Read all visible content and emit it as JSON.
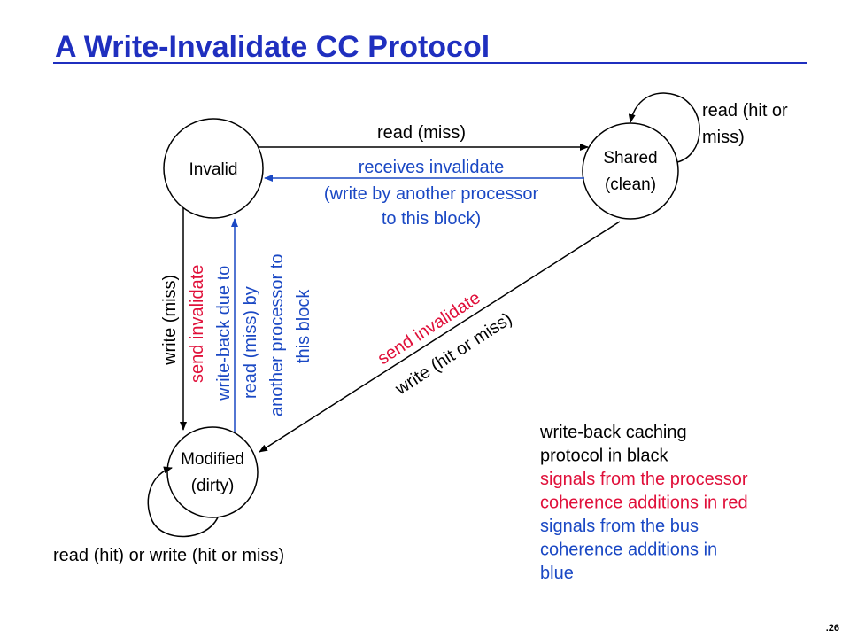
{
  "title": "A Write-Invalidate CC Protocol",
  "slide_number": ".26",
  "colors": {
    "title": "#1f2fbf",
    "black": "#000000",
    "red": "#e0103a",
    "blue": "#1a48c4"
  },
  "states": {
    "invalid": "Invalid",
    "shared": [
      "Shared",
      "(clean)"
    ],
    "modified": [
      "Modified",
      "(dirty)"
    ]
  },
  "edges": {
    "read_miss": "read (miss)",
    "receives_invalidate": [
      "receives invalidate",
      "(write by another processor",
      "to this block)"
    ],
    "shared_self": [
      "read (hit or",
      "miss)"
    ],
    "write_miss": "write (miss)",
    "send_invalidate_left": "send invalidate",
    "write_back": [
      "write-back due to",
      "read (miss) by",
      "another processor to",
      "this block"
    ],
    "send_invalidate_diag": "send invalidate",
    "write_hit_or_miss": "write (hit or miss)",
    "modified_self": "read (hit) or write (hit or miss)"
  },
  "legend": [
    {
      "text": "write-back caching",
      "color": "black"
    },
    {
      "text": "protocol in black",
      "color": "black"
    },
    {
      "text": "signals from the processor",
      "color": "red"
    },
    {
      "text": "coherence additions in red",
      "color": "red"
    },
    {
      "text": "signals from the bus",
      "color": "blue"
    },
    {
      "text": "coherence additions in",
      "color": "blue"
    },
    {
      "text": "blue",
      "color": "blue"
    }
  ]
}
